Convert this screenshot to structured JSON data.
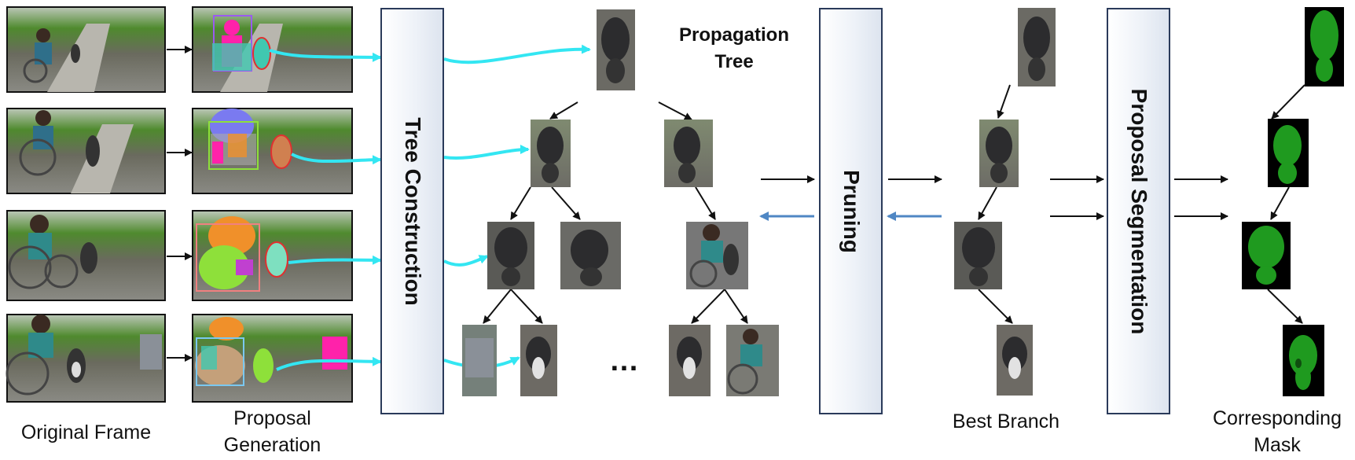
{
  "labels": {
    "original_frame": "Original Frame",
    "proposal_generation": "Proposal\nGeneration",
    "tree_construction": "Tree Construction",
    "propagation_tree": "Propagation\nTree",
    "ellipsis": "…",
    "pruning": "Pruning",
    "best_branch": "Best Branch",
    "proposal_segmentation": "Proposal Segmentation",
    "corresponding_mask": "Corresponding\nMask"
  },
  "colors": {
    "propagation_arrow": "#33e6f2",
    "feedback_arrow": "#4f87c4",
    "mask_green": "#1f9a1f",
    "mask_background": "#000000",
    "box_border": "#2a3a5a",
    "proposal_pink": "#ff22aa",
    "proposal_blue": "#7a7af0",
    "proposal_orange": "#f0902a",
    "proposal_lime": "#8ee03a",
    "proposal_teal": "#40c8b0"
  },
  "icons": [
    "frame-thumbnail",
    "proposal-thumbnail",
    "dog-crop-thumbnail",
    "person-crop-thumbnail",
    "mask-thumbnail",
    "arrow"
  ]
}
